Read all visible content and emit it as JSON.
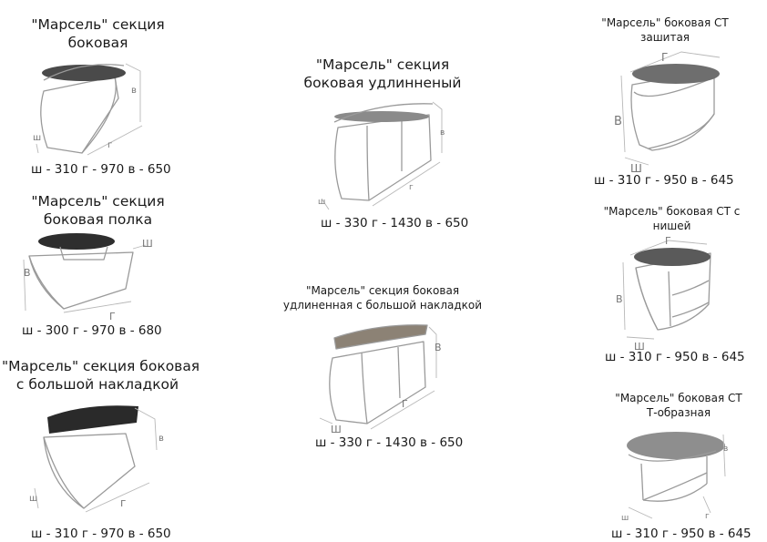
{
  "items": [
    {
      "id": "side",
      "title_lines": [
        "\"Марсель\" секция",
        "боковая"
      ],
      "dims": "ш - 310 г - 970 в - 650",
      "labels": {
        "w": "ш",
        "d": "г",
        "h": "в"
      },
      "top_color": "#4a4a4a"
    },
    {
      "id": "shelf",
      "title_lines": [
        "\"Марсель\" секция",
        "боковая полка"
      ],
      "dims": "ш - 300 г - 970 в - 680",
      "labels": {
        "w": "Ш",
        "d": "Г",
        "h": "В"
      },
      "top_color": "#2e2e2e"
    },
    {
      "id": "big",
      "title_lines": [
        "\"Марсель\" секция боковая",
        "с большой накладкой"
      ],
      "dims": "ш - 310 г - 970 в - 650",
      "labels": {
        "w": "ш",
        "d": "г",
        "h": "в"
      },
      "top_color": "#2a2a2a"
    },
    {
      "id": "long",
      "title_lines": [
        "\"Марсель\" секция",
        "боковая удлинненый"
      ],
      "dims": "ш - 330 г - 1430 в - 650",
      "labels": {
        "w": "ш",
        "d": "г",
        "h": "в"
      },
      "top_color": "#8a8a8a"
    },
    {
      "id": "longbig",
      "title_lines": [
        "\"Марсель\" секция боковая",
        "удлиненная с большой накладкой"
      ],
      "dims": "ш - 330 г - 1430 в - 650",
      "labels": {
        "w": "Ш",
        "d": "Г",
        "h": "В"
      },
      "top_color": "#8c8275"
    },
    {
      "id": "st_closed",
      "title_lines": [
        "\"Марсель\" боковая СТ",
        "зашитая"
      ],
      "dims": "ш - 310 г - 950 в - 645",
      "labels": {
        "w": "Ш",
        "d": "Г",
        "h": "В"
      },
      "top_color": "#6e6e6e"
    },
    {
      "id": "st_niche",
      "title_lines": [
        "\"Марсель\" боковая СТ с",
        "нишей"
      ],
      "dims": "ш - 310 г - 950 в - 645",
      "labels": {
        "w": "Ш",
        "d": "Г",
        "h": "В"
      },
      "top_color": "#5a5a5a"
    },
    {
      "id": "st_t",
      "title_lines": [
        "\"Марсель\" боковая СТ",
        "Т-образная"
      ],
      "dims": "ш - 310 г - 950 в - 645",
      "labels": {
        "w": "ш",
        "d": "г",
        "h": "в"
      },
      "top_color": "#8e8e8e"
    }
  ]
}
